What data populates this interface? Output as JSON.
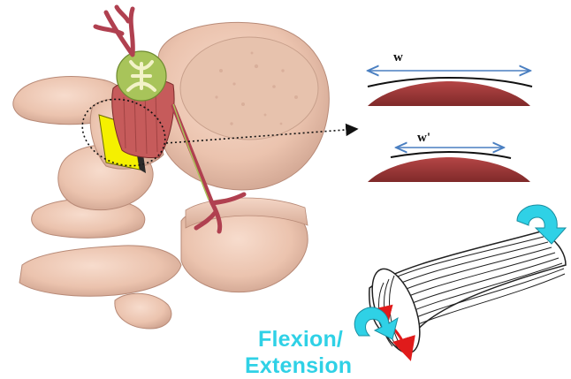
{
  "labels": {
    "width_before": "w",
    "width_after": "w'",
    "motion_line1": "Flexion/",
    "motion_line2": "Extension"
  },
  "colors": {
    "bone": "#f0cfbe",
    "bone_shadow": "#c99d8a",
    "cord_green": "#a8c45a",
    "nerve_red": "#b04050",
    "ligament_yellow": "#f5f000",
    "lens_red": "#9e3a3a",
    "width_arrow_blue": "#4a7fc1",
    "motion_arrow_cyan": "#2fd1e6",
    "motion_arrow_red": "#e01b1b"
  },
  "icons": {
    "magnifier": "dotted-ellipse-callout",
    "rotation": "curved-rotation-arrow"
  }
}
